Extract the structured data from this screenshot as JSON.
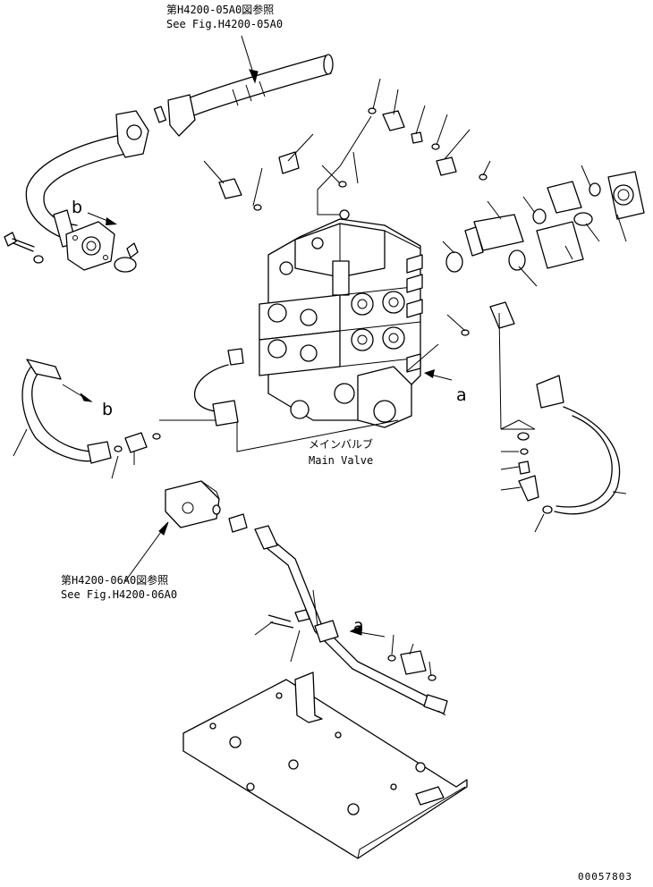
{
  "references": {
    "top": {
      "jp": "第H4200-05A0図参照",
      "en": "See Fig.H4200-05A0"
    },
    "left": {
      "jp": "第H4200-06A0図参照",
      "en": "See Fig.H4200-06A0"
    }
  },
  "main_valve": {
    "jp": "メインバルブ",
    "en": "Main Valve"
  },
  "connection_marks": {
    "a_right": "a",
    "a_lower": "a",
    "b_upper": "b",
    "b_lower": "b"
  },
  "drawing_number": "00057803"
}
